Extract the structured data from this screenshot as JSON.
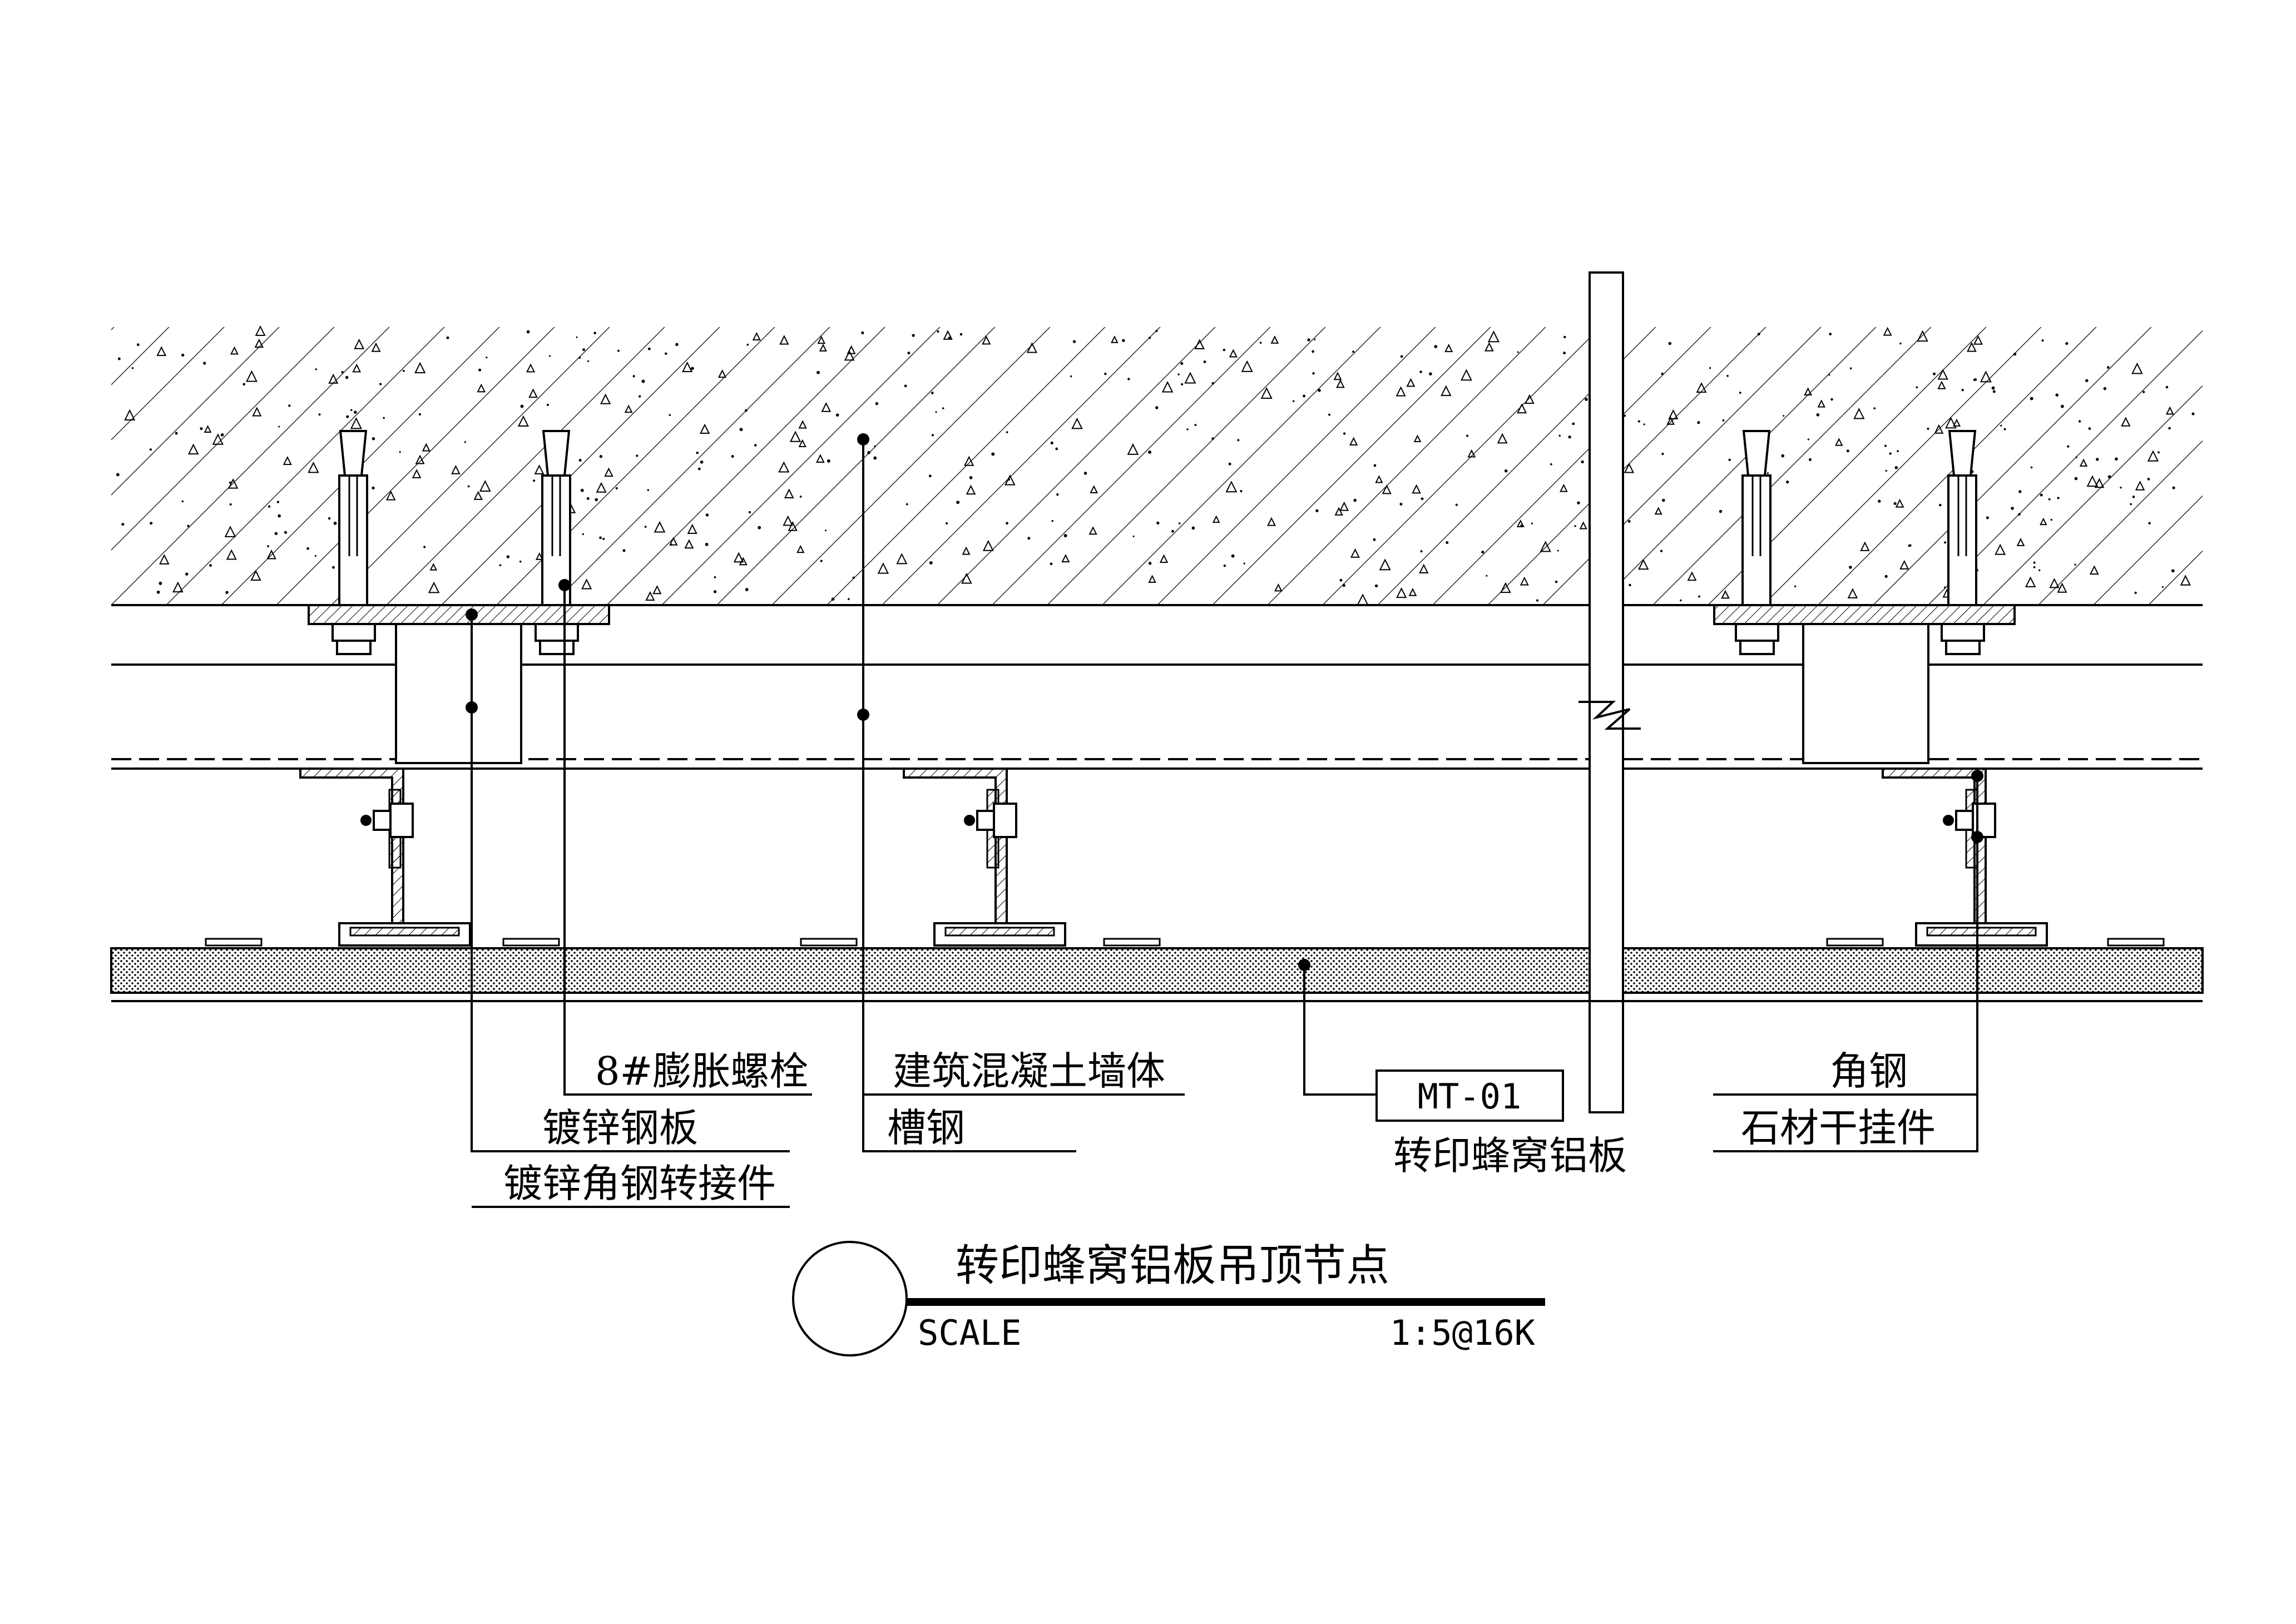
{
  "labels": {
    "bolt": "8#膨胀螺栓",
    "plate": "镀锌钢板",
    "angle_connector": "镀锌角钢转接件",
    "wall": "建筑混凝土墙体",
    "channel": "槽钢",
    "material_tag": "MT-01",
    "panel": "转印蜂窝铝板",
    "angle_steel": "角钢",
    "stone_bracket": "石材干挂件"
  },
  "title_block": {
    "title": "转印蜂窝铝板吊顶节点",
    "scale_label": "SCALE",
    "scale_value": "1:5@16K"
  },
  "colors": {
    "line": "#000000",
    "background": "#ffffff"
  }
}
